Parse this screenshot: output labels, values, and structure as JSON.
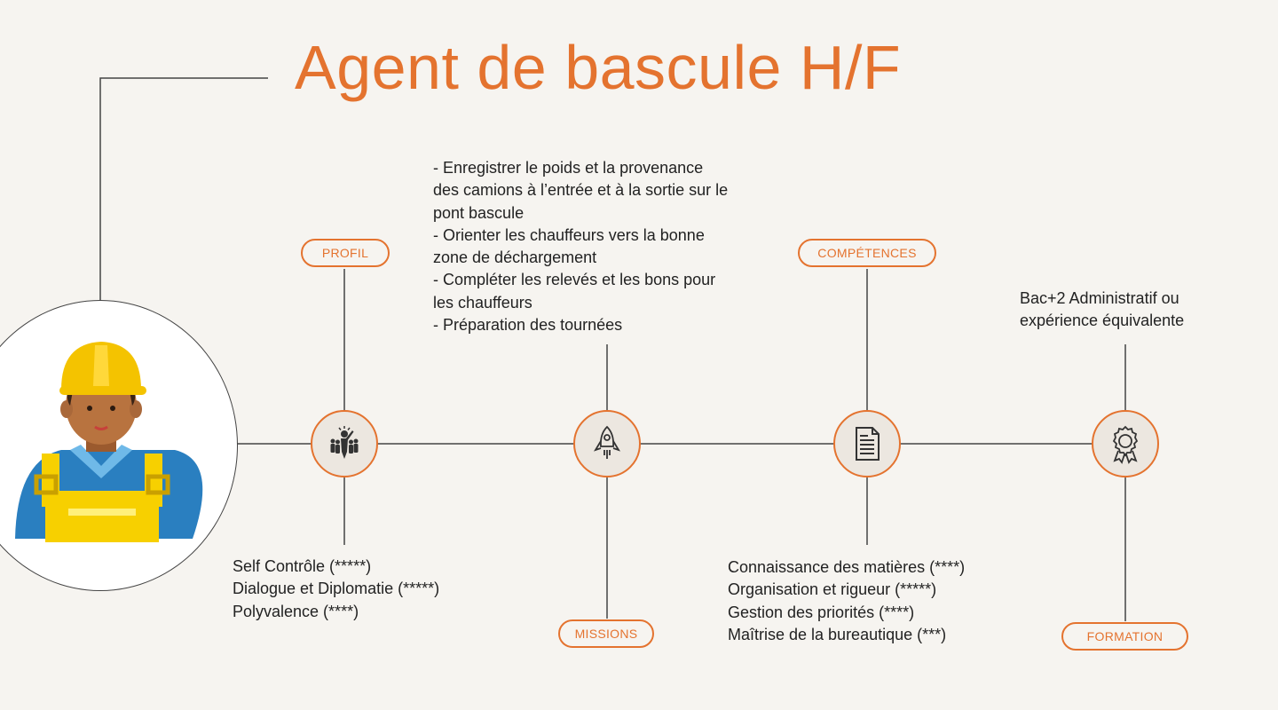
{
  "title": "Agent de bascule H/F",
  "colors": {
    "accent": "#e4732f",
    "line": "#444444",
    "background": "#f6f4f0"
  },
  "nodes": {
    "profil": {
      "label": "PROFIL",
      "icon": "team-leader-icon",
      "items": [
        "Self Contrôle (*****)",
        "Dialogue et Diplomatie (*****)",
        "Polyvalence (****)"
      ]
    },
    "missions": {
      "label": "MISSIONS",
      "icon": "rocket-icon",
      "items": [
        " - Enregistrer le poids et la provenance",
        "des camions à l’entrée et à la sortie sur le",
        "pont bascule",
        "- Orienter les chauffeurs vers la bonne",
        "zone de déchargement",
        "- Compléter les relevés et les bons pour",
        "les chauffeurs",
        "- Préparation des tournées"
      ]
    },
    "competences": {
      "label": "COMPÉTENCES",
      "icon": "document-icon",
      "items": [
        "Connaissance des matières (****)",
        "Organisation et rigueur (*****)",
        "Gestion des priorités (****)",
        "Maîtrise de la bureautique (***)"
      ]
    },
    "formation": {
      "label": "FORMATION",
      "icon": "award-ribbon-icon",
      "items": [
        "Bac+2 Administratif ou",
        "expérience équivalente"
      ]
    }
  }
}
